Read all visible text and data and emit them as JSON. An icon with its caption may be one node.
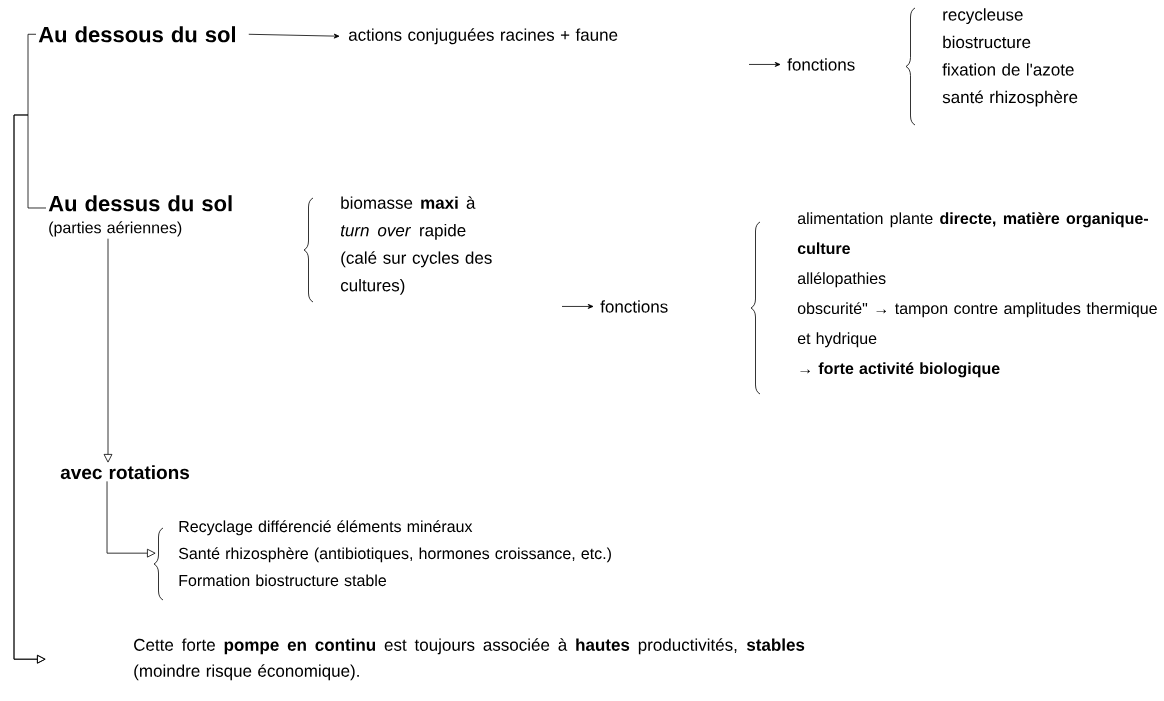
{
  "diagram": {
    "nodes": [
      {
        "text": [
          "Au dessous du sol"
        ]
      },
      {
        "text": [
          "actions conjuguées racines + faune"
        ]
      },
      {
        "text": [
          "fonctions"
        ]
      },
      {
        "text": [
          "recycleuse",
          "biostructure",
          "fixation de l'azote",
          "santé rhizosphère"
        ]
      },
      {
        "text": [
          "Au dessus du sol",
          "(parties aériennes)"
        ]
      },
      {
        "text": [
          "biomasse **maxi** à *turn over* rapide (calé sur cycles des cultures)"
        ]
      },
      {
        "text": [
          "fonctions"
        ]
      },
      {
        "text": [
          "alimentation plante **directe, matière organique-culture**",
          "allélopathies",
          "obscurité\" → tampon contre amplitudes thermique et hydrique",
          "→ **forte activité biologique**"
        ]
      },
      {
        "text": [
          "avec rotations"
        ]
      },
      {
        "text": [
          "Recyclage différencié éléments minéraux",
          "Santé rhizosphère (antibiotiques, hormones croissance, etc.)",
          "Formation biostructure stable"
        ]
      },
      {
        "text": [
          "Cette forte **pompe en continu** est toujours associée à **hautes** productivités, **stables** (moindre risque économique)."
        ]
      }
    ],
    "edges": [
      {
        "from": 0,
        "to": 1,
        "arrow": "to"
      },
      {
        "from": null,
        "to": 2,
        "arrow": "to"
      },
      {
        "from": null,
        "to": 6,
        "arrow": "to"
      },
      {
        "from": 4,
        "to": 8,
        "arrow": "to"
      },
      {
        "from": 8,
        "to": 9,
        "arrow": "to"
      },
      {
        "from": 0,
        "to": 10,
        "arrow": "to"
      },
      {
        "from": 4,
        "to": 10,
        "arrow": "to"
      }
    ]
  }
}
